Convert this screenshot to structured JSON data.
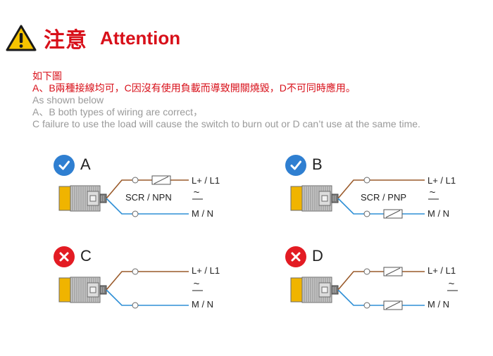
{
  "header": {
    "title_cn": "注意",
    "title_en": "Attention",
    "icon": "warning-triangle-icon"
  },
  "notes": [
    "如下圖",
    "A、B兩種接線均可，C因沒有使用負載而導致開關燒毀，D不可同時應用。",
    "As shown below",
    "A、B both types of wiring are correct，",
    "C failure to use the load will cause the switch to burn out or D can’t use at the same time."
  ],
  "diagrams": [
    {
      "letter": "A",
      "status": "correct",
      "mode": "SCR / NPN",
      "top_terminal": "L+ / L1",
      "bottom_terminal": "M / N",
      "ac_symbol": "~",
      "load_top": true,
      "load_bottom": false
    },
    {
      "letter": "B",
      "status": "correct",
      "mode": "SCR / PNP",
      "top_terminal": "L+ / L1",
      "bottom_terminal": "M / N",
      "ac_symbol": "~",
      "load_top": false,
      "load_bottom": true
    },
    {
      "letter": "C",
      "status": "wrong",
      "mode": "",
      "top_terminal": "L+ / L1",
      "bottom_terminal": "M / N",
      "ac_symbol": "~",
      "load_top": false,
      "load_bottom": false
    },
    {
      "letter": "D",
      "status": "wrong",
      "mode": "",
      "top_terminal": "L+ / L1",
      "bottom_terminal": "M / N",
      "ac_symbol": "~",
      "load_top": true,
      "load_bottom": true
    }
  ],
  "colors": {
    "accent_red": "#d8101a",
    "check_blue": "#2f7fd1",
    "cross_red": "#e31b23",
    "wire_brown": "#9a5a2a",
    "wire_blue": "#2e8fd6",
    "sensor_yellow": "#f0b400",
    "body_grey": "#a9a9a9",
    "note_grey": "#9a9a9a"
  }
}
